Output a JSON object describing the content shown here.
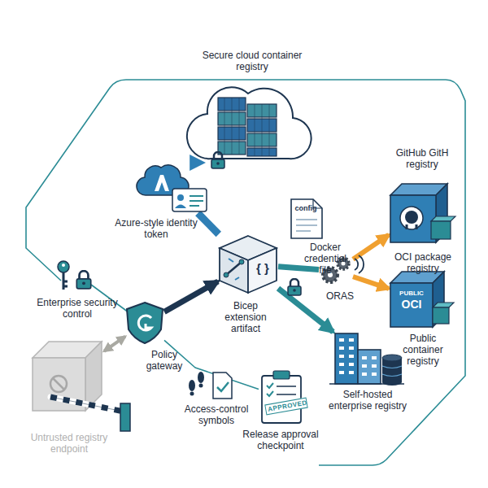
{
  "diagram": {
    "nodes": [
      {
        "text": [
          "Secure cloud container registry"
        ]
      },
      {
        "text": [
          "Azure-style identity token"
        ]
      },
      {
        "text": [
          "config",
          "Docker credential file"
        ]
      },
      {
        "text": [
          "GitHub GitH registry",
          "OCI package registry"
        ]
      },
      {
        "text": [
          "{ }",
          "Bicep extension artifact"
        ]
      },
      {
        "text": [
          "ORAS"
        ]
      },
      {
        "text": [
          "PUBLIC",
          "OCI",
          "Public container registry"
        ]
      },
      {
        "text": [
          "Enterprise security control"
        ]
      },
      {
        "text": [
          "Policy gateway"
        ]
      },
      {
        "text": [
          "Untrusted registry endpoint"
        ]
      },
      {
        "text": [
          "Access-control symbols"
        ]
      },
      {
        "text": [
          "APPROVED",
          "Release approval checkpoint"
        ]
      },
      {
        "text": [
          "Self-hosted enterprise registry"
        ]
      }
    ],
    "edges": [
      {
        "from": 4,
        "to": 1,
        "arrow": "none"
      },
      {
        "from": 1,
        "to": 0,
        "arrow": "to"
      },
      {
        "from": 8,
        "to": 4,
        "arrow": "to"
      },
      {
        "from": 4,
        "to": 5,
        "arrow": "none"
      },
      {
        "from": 5,
        "to": 3,
        "arrow": "to"
      },
      {
        "from": 5,
        "to": 6,
        "arrow": "to"
      },
      {
        "from": 4,
        "to": 12,
        "arrow": "to"
      },
      {
        "from": 8,
        "to": 9,
        "arrow": "both"
      },
      {
        "from": 8,
        "to": 11,
        "arrow": "none"
      }
    ]
  }
}
